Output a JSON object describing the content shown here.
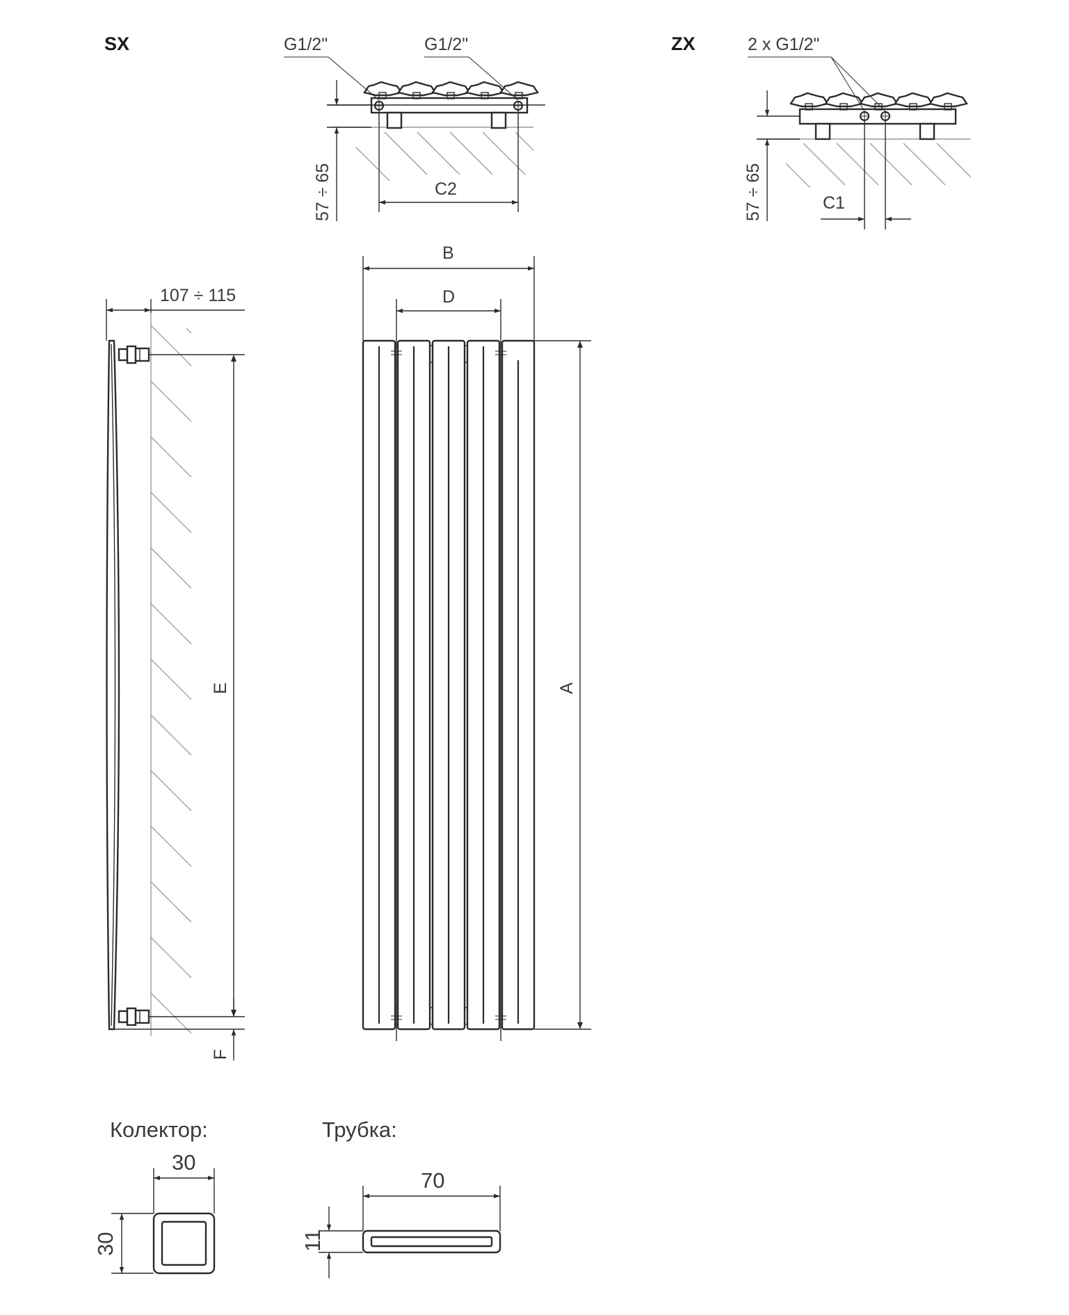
{
  "variants": {
    "sx": "SX",
    "zx": "ZX"
  },
  "connections": {
    "sx_left": "G1/2\"",
    "sx_right": "G1/2\"",
    "zx": "2 x G1/2\""
  },
  "dimensions": {
    "sx_height": "57 ÷ 65",
    "zx_height": "57 ÷ 65",
    "c2": "C2",
    "c1": "C1",
    "side_depth": "107 ÷ 115",
    "b": "B",
    "d": "D",
    "a": "A",
    "e": "E",
    "f": "F"
  },
  "sections": {
    "collector": {
      "title": "Колектор:",
      "width": "30",
      "height": "30"
    },
    "tube": {
      "title": "Трубка:",
      "width": "70",
      "height": "11"
    }
  }
}
